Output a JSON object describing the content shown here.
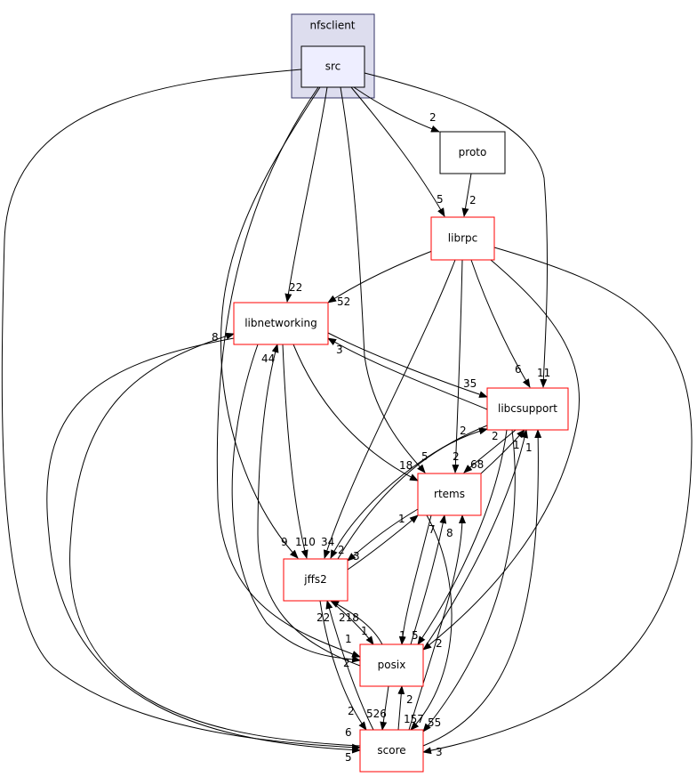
{
  "graph": {
    "cluster": {
      "label": "nfsclient",
      "fill": "#ddddee",
      "stroke": "#333366"
    },
    "nodes": {
      "src": {
        "label": "src",
        "fill": "#eeeeff",
        "stroke": "#000000"
      },
      "proto": {
        "label": "proto",
        "stroke": "#000000"
      },
      "librpc": {
        "label": "librpc",
        "stroke": "#ff0000"
      },
      "libnetworking": {
        "label": "libnetworking",
        "stroke": "#ff0000"
      },
      "libcsupport": {
        "label": "libcsupport",
        "stroke": "#ff0000"
      },
      "rtems": {
        "label": "rtems",
        "stroke": "#ff0000"
      },
      "jffs2": {
        "label": "jffs2",
        "stroke": "#ff0000"
      },
      "posix": {
        "label": "posix",
        "stroke": "#ff0000"
      },
      "score": {
        "label": "score",
        "stroke": "#ff0000"
      }
    },
    "edges": [
      {
        "from": "src",
        "to": "proto",
        "label": "2"
      },
      {
        "from": "src",
        "to": "librpc",
        "label": "5"
      },
      {
        "from": "src",
        "to": "libnetworking",
        "label": "22"
      },
      {
        "from": "src",
        "to": "libcsupport",
        "label": "11"
      },
      {
        "from": "src",
        "to": "rtems",
        "label": "5"
      },
      {
        "from": "src",
        "to": "jffs2",
        "label": "9"
      },
      {
        "from": "src",
        "to": "posix",
        "label": "2"
      },
      {
        "from": "src",
        "to": "score",
        "label": "6"
      },
      {
        "from": "proto",
        "to": "librpc",
        "label": "2"
      },
      {
        "from": "librpc",
        "to": "libnetworking",
        "label": "52"
      },
      {
        "from": "librpc",
        "to": "libcsupport",
        "label": "6"
      },
      {
        "from": "librpc",
        "to": "rtems",
        "label": "2"
      },
      {
        "from": "librpc",
        "to": "jffs2",
        "label": "34"
      },
      {
        "from": "librpc",
        "to": "posix",
        "label": "2"
      },
      {
        "from": "librpc",
        "to": "score",
        "label": "3"
      },
      {
        "from": "libnetworking",
        "to": "libcsupport",
        "label": "35"
      },
      {
        "from": "libcsupport",
        "to": "libnetworking",
        "label": "3"
      },
      {
        "from": "libnetworking",
        "to": "rtems",
        "label": "18"
      },
      {
        "from": "libnetworking",
        "to": "jffs2",
        "label": "110"
      },
      {
        "from": "libnetworking",
        "to": "posix",
        "label": "1"
      },
      {
        "from": "libnetworking",
        "to": "score",
        "label": "5"
      },
      {
        "from": "score",
        "to": "libnetworking",
        "label": "8"
      },
      {
        "from": "posix",
        "to": "libnetworking",
        "label": "44"
      },
      {
        "from": "libcsupport",
        "to": "rtems",
        "label": "68"
      },
      {
        "from": "rtems",
        "to": "libcsupport",
        "label": "2"
      },
      {
        "from": "libcsupport",
        "to": "jffs2",
        "label": "2"
      },
      {
        "from": "jffs2",
        "to": "libcsupport",
        "label": "2"
      },
      {
        "from": "jffs2",
        "to": "rtems",
        "label": "1"
      },
      {
        "from": "rtems",
        "to": "jffs2",
        "label": "3"
      },
      {
        "from": "libcsupport",
        "to": "posix",
        "label": "5"
      },
      {
        "from": "posix",
        "to": "libcsupport",
        "label": "1"
      },
      {
        "from": "libcsupport",
        "to": "score",
        "label": "55"
      },
      {
        "from": "score",
        "to": "libcsupport",
        "label": "1"
      },
      {
        "from": "rtems",
        "to": "posix",
        "label": "1"
      },
      {
        "from": "posix",
        "to": "rtems",
        "label": "7"
      },
      {
        "from": "score",
        "to": "rtems",
        "label": "8"
      },
      {
        "from": "jffs2",
        "to": "posix",
        "label": "1"
      },
      {
        "from": "posix",
        "to": "jffs2",
        "label": "218"
      },
      {
        "from": "jffs2",
        "to": "score",
        "label": "2"
      },
      {
        "from": "score",
        "to": "jffs2",
        "label": "22"
      },
      {
        "from": "posix",
        "to": "score",
        "label": "526"
      },
      {
        "from": "score",
        "to": "posix",
        "label": "2"
      },
      {
        "from": "rtems",
        "to": "score",
        "label": "157"
      }
    ]
  }
}
